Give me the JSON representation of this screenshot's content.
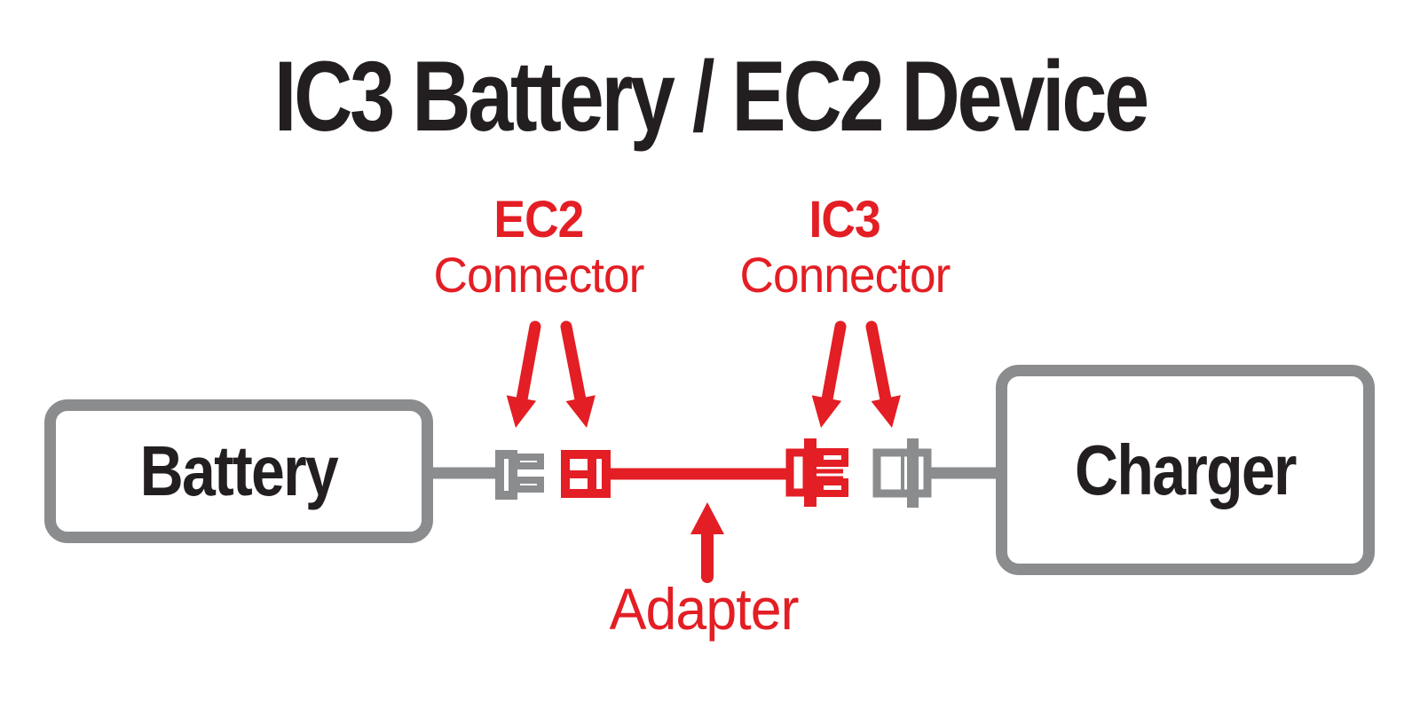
{
  "title": "IC3 Battery / EC2 Device",
  "colors": {
    "red": "#e31e24",
    "gray": "#8a8c8e",
    "black": "#231f20",
    "background": "#ffffff"
  },
  "diagram": {
    "battery_label": "Battery",
    "charger_label": "Charger",
    "ec2_callout": {
      "name": "EC2",
      "type": "Connector"
    },
    "ic3_callout": {
      "name": "IC3",
      "type": "Connector"
    },
    "adapter_label": "Adapter"
  }
}
